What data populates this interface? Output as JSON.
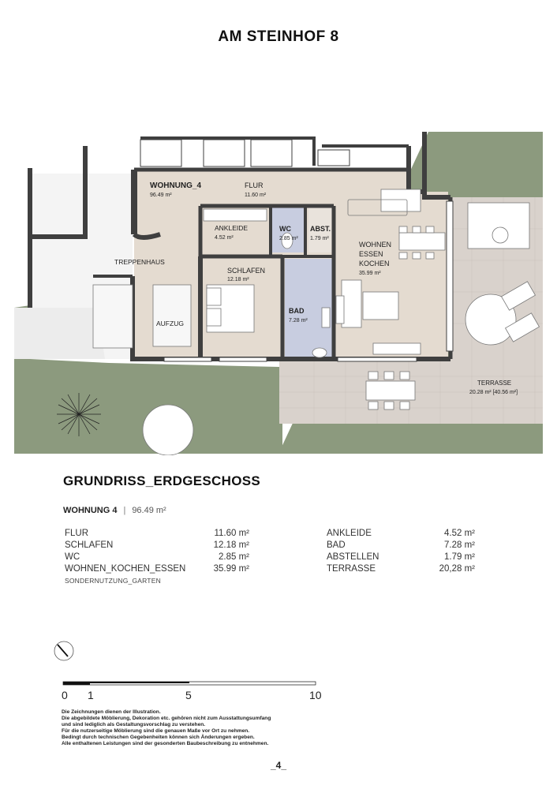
{
  "header": {
    "title": "AM STEINHOF 8"
  },
  "plan": {
    "labels": {
      "wohnung_name": "WOHNUNG_4",
      "wohnung_area": "96.49 m²",
      "flur_name": "FLUR",
      "flur_area": "11.60 m²",
      "ankleide_name": "ANKLEIDE",
      "ankleide_area": "4.52 m²",
      "wc_name": "WC",
      "wc_area": "2.85 m²",
      "abst_name": "ABST.",
      "abst_area": "1.79 m²",
      "wohnen_line1": "WOHNEN",
      "wohnen_line2": "ESSEN",
      "wohnen_line3": "KOCHEN",
      "wohnen_area": "35.99 m²",
      "schlafen_name": "SCHLAFEN",
      "schlafen_area": "12.18 m²",
      "bad_name": "BAD",
      "bad_area": "7.28 m²",
      "treppenhaus": "TREPPENHAUS",
      "aufzug": "AUFZUG",
      "terrasse_name": "TERRASSE",
      "terrasse_area": "20.28 m² [40.56 m²]"
    },
    "colors": {
      "wall": "#3f3f3f",
      "apartment_floor": "#e4dbd0",
      "wet_floor": "#c8cde0",
      "grass": "#8c9a7e",
      "terrace": "#d9d2cc",
      "furniture": "#ffffff"
    }
  },
  "section": {
    "title": "GRUNDRISS_ERDGESCHOSS"
  },
  "unit": {
    "name": "WOHNUNG 4",
    "separator": "|",
    "area": "96.49 m²"
  },
  "areas_left": [
    {
      "name": "FLUR",
      "value": "11.60 m²"
    },
    {
      "name": "SCHLAFEN",
      "value": "12.18 m²"
    },
    {
      "name": "WC",
      "value": "2.85 m²"
    },
    {
      "name": "WOHNEN_KOCHEN_ESSEN",
      "value": "35.99 m²"
    }
  ],
  "areas_right": [
    {
      "name": "ANKLEIDE",
      "value": "4.52 m²"
    },
    {
      "name": "BAD",
      "value": "7.28 m²"
    },
    {
      "name": "ABSTELLEN",
      "value": "1.79 m²"
    },
    {
      "name": "TERRASSE",
      "value": "20,28 m²"
    }
  ],
  "sondernutzung": "SONDERNUTZUNG_GARTEN",
  "scale_bar": {
    "labels": [
      "0",
      "1",
      "5",
      "10"
    ]
  },
  "disclaimer": [
    "Die Zeichnungen dienen der Illustration.",
    "Die abgebildete Möblierung, Dekoration etc. gehören nicht zum Ausstattungsumfang",
    "und sind lediglich als Gestaltungsvorschlag zu verstehen.",
    "Für die nutzerseitige Möblierung sind die genauen Maße vor Ort zu nehmen.",
    "Bedingt durch technischen Gegebenheiten können sich Änderungen ergeben.",
    "Alle enthaltenen Leistungen sind der gesonderten Baubeschreibung zu entnehmen."
  ],
  "footer": {
    "page_number": "_4_"
  }
}
